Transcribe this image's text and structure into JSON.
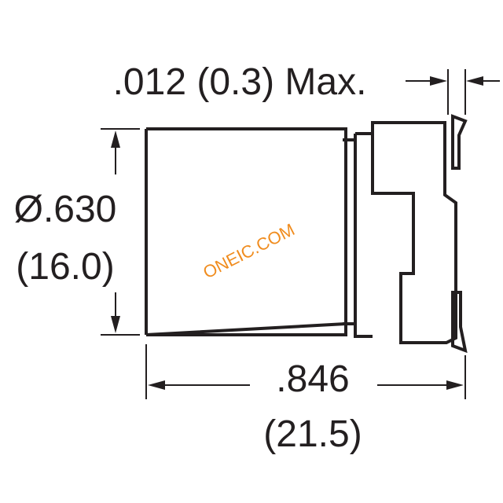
{
  "dimensions": {
    "terminal_max": ".012 (0.3) Max.",
    "diameter_imperial": "Ø.630",
    "diameter_metric": "(16.0)",
    "length_imperial": ".846",
    "length_metric": "(21.5)"
  },
  "watermark": "ONEIC.COM",
  "colors": {
    "line": "#231f20",
    "watermark": "#f08c1e",
    "background": "#ffffff"
  }
}
